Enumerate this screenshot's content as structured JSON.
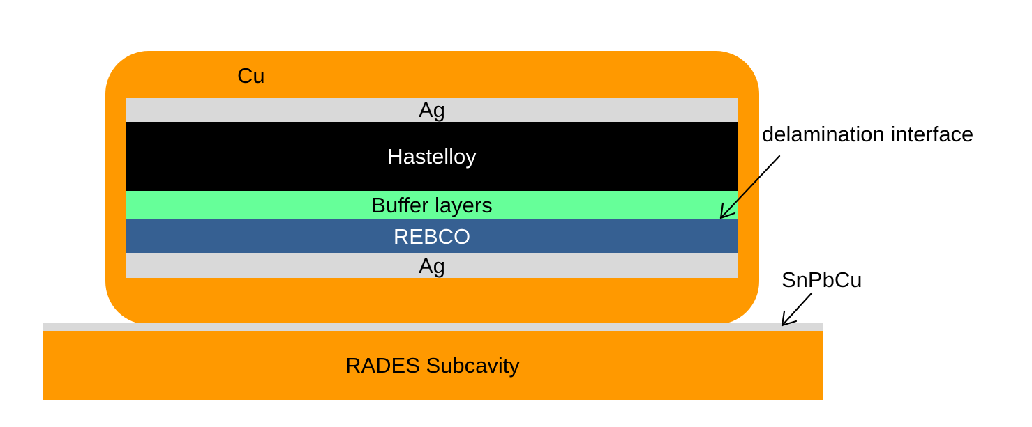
{
  "diagram": {
    "layers": {
      "cu": "Cu",
      "ag_top": "Ag",
      "hastelloy": "Hastelloy",
      "buffer": "Buffer layers",
      "rebco": "REBCO",
      "ag_bottom": "Ag",
      "subcavity": "RADES Subcavity"
    },
    "annotations": {
      "delamination": "delamination interface",
      "solder": "SnPbCu"
    },
    "colors": {
      "cu": "#FF9900",
      "ag": "#D9D9D9",
      "hastelloy": "#000000",
      "buffer": "#66FF99",
      "rebco": "#366092",
      "solder": "#D9D9D9",
      "subcavity": "#FF9900"
    }
  }
}
